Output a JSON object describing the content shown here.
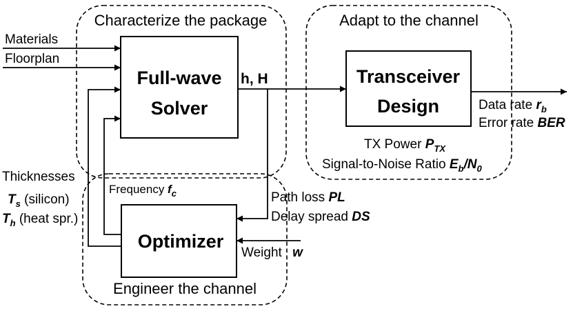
{
  "regions": {
    "characterize": "Characterize the package",
    "adapt": "Adapt to the channel",
    "engineer": "Engineer the channel"
  },
  "boxes": {
    "solver_line1": "Full-wave",
    "solver_line2": "Solver",
    "transceiver_line1": "Transceiver",
    "transceiver_line2": "Design",
    "optimizer": "Optimizer"
  },
  "inputs": {
    "materials": "Materials",
    "floorplan": "Floorplan"
  },
  "channel_output": "h, H",
  "outputs": {
    "data_rate_label": "Data rate ",
    "data_rate_var": "r",
    "data_rate_sub": "b",
    "error_rate_label": "Error rate ",
    "error_rate_var": "BER"
  },
  "transceiver_params": {
    "tx_power_label": "TX Power ",
    "tx_power_var": "P",
    "tx_power_sub": "TX",
    "snr_label": "Signal-to-Noise Ratio ",
    "snr_var1": "E",
    "snr_sub1": "b",
    "snr_slash": "/N",
    "snr_sub2": "0"
  },
  "optimizer_params": {
    "thicknesses": "Thicknesses",
    "ts_var": "T",
    "ts_sub": "s",
    "ts_label": " (silicon)",
    "th_var": "T",
    "th_sub": "h",
    "th_label": " (heat spr.)",
    "frequency_label": "Frequency ",
    "frequency_var": "f",
    "frequency_sub": "c",
    "path_loss_label": "Path loss ",
    "path_loss_var": "PL",
    "delay_spread_label": "Delay spread ",
    "delay_spread_var": "DS",
    "weight_label": "Weight ",
    "weight_var": "w"
  }
}
